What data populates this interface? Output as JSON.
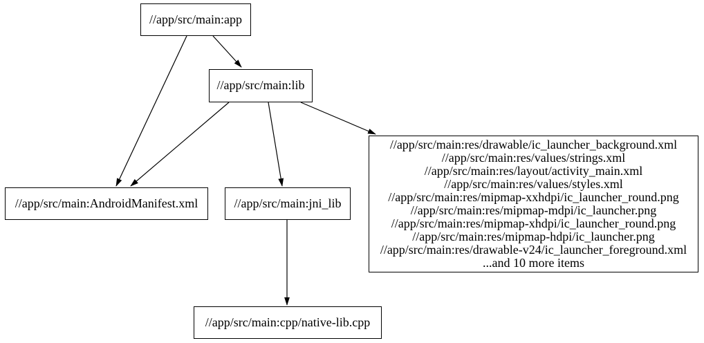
{
  "graph": {
    "nodes": {
      "app": {
        "label": "//app/src/main:app"
      },
      "lib": {
        "label": "//app/src/main:lib"
      },
      "manifest": {
        "label": "//app/src/main:AndroidManifest.xml"
      },
      "jni_lib": {
        "label": "//app/src/main:jni_lib"
      },
      "res_group": {
        "lines": [
          "//app/src/main:res/drawable/ic_launcher_background.xml",
          "//app/src/main:res/values/strings.xml",
          "//app/src/main:res/layout/activity_main.xml",
          "//app/src/main:res/values/styles.xml",
          "//app/src/main:res/mipmap-xxhdpi/ic_launcher_round.png",
          "//app/src/main:res/mipmap-mdpi/ic_launcher.png",
          "//app/src/main:res/mipmap-xhdpi/ic_launcher_round.png",
          "//app/src/main:res/mipmap-hdpi/ic_launcher.png",
          "//app/src/main:res/drawable-v24/ic_launcher_foreground.xml",
          "...and 10 more items"
        ]
      },
      "native_lib": {
        "label": "//app/src/main:cpp/native-lib.cpp"
      }
    },
    "edges": [
      {
        "from": "app",
        "to": "lib"
      },
      {
        "from": "app",
        "to": "manifest"
      },
      {
        "from": "lib",
        "to": "manifest"
      },
      {
        "from": "lib",
        "to": "jni_lib"
      },
      {
        "from": "lib",
        "to": "res_group"
      },
      {
        "from": "jni_lib",
        "to": "native_lib"
      }
    ],
    "colors": {
      "background": "#ffffff",
      "node_fill": "#ffffff",
      "node_border": "#000000",
      "edge": "#000000",
      "text": "#000000"
    }
  }
}
